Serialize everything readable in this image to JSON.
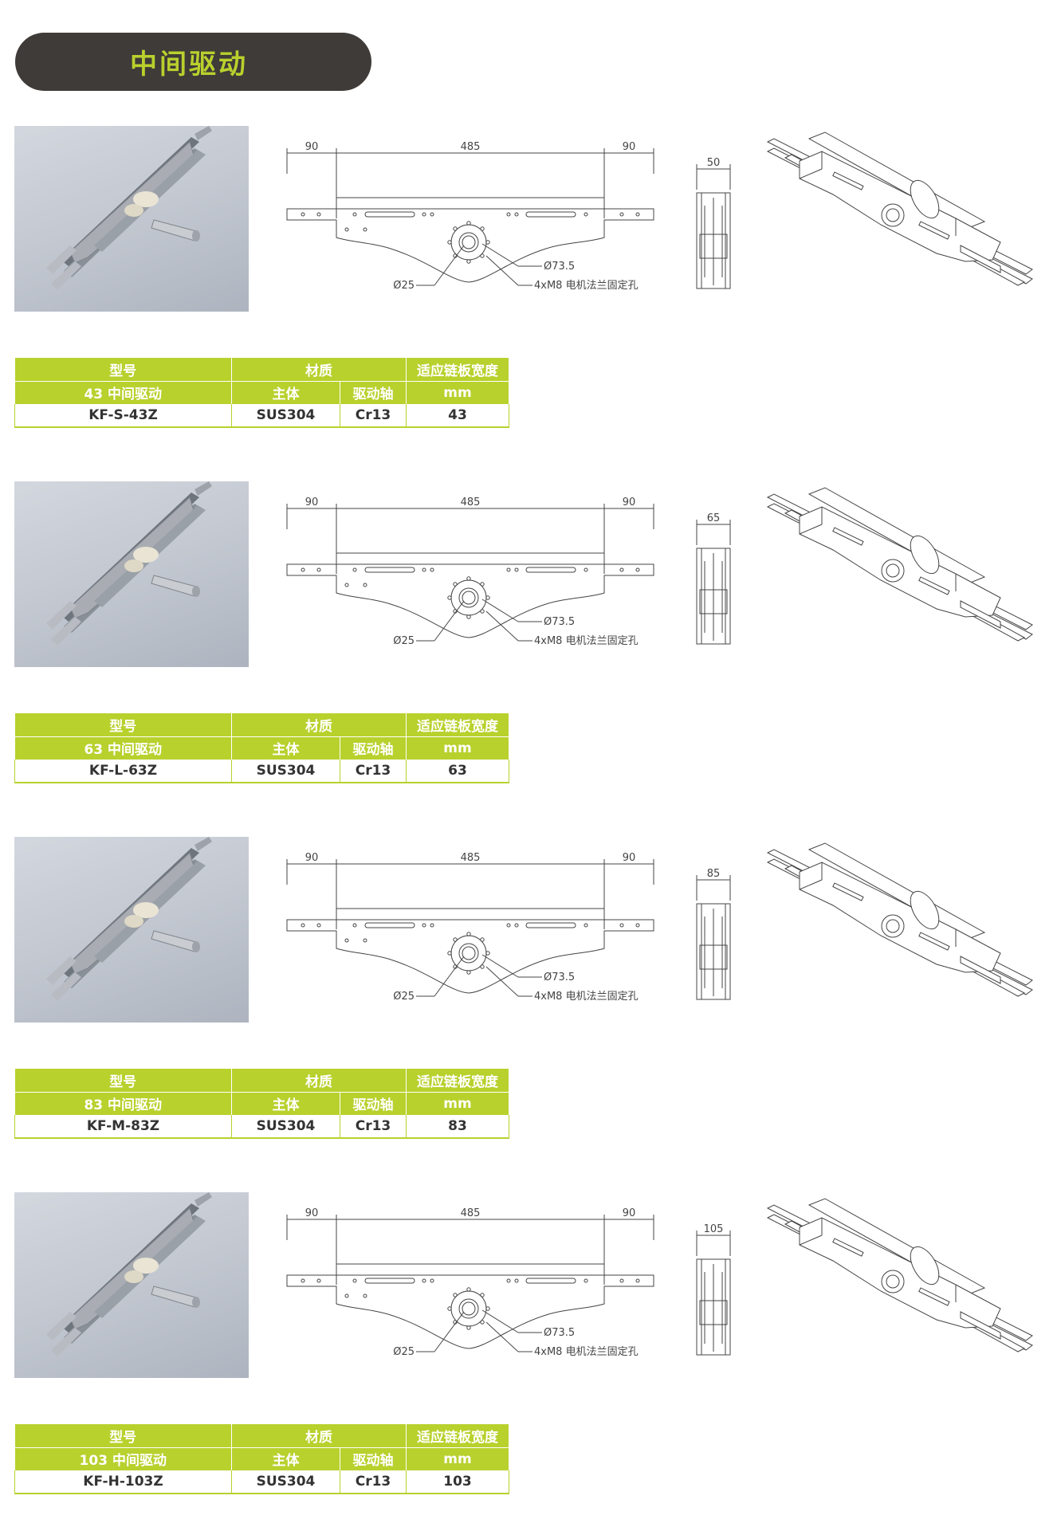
{
  "title": "中间驱动",
  "sections": [
    {
      "dims": {
        "left": "90",
        "middle": "485",
        "right": "90",
        "width": "50",
        "flange": "Ø73.5",
        "shaft": "Ø25",
        "holes": "4xM8 电机法兰固定孔"
      },
      "table": {
        "col_model": "型号",
        "col_material": "材质",
        "col_width": "适应链板宽度",
        "model_name": "43 中间驱动",
        "sub_body": "主体",
        "sub_shaft": "驱动轴",
        "sub_unit": "mm",
        "code": "KF-S-43Z",
        "body": "SUS304",
        "shaft": "Cr13",
        "width": "43"
      }
    },
    {
      "dims": {
        "left": "90",
        "middle": "485",
        "right": "90",
        "width": "65",
        "flange": "Ø73.5",
        "shaft": "Ø25",
        "holes": "4xM8 电机法兰固定孔"
      },
      "table": {
        "col_model": "型号",
        "col_material": "材质",
        "col_width": "适应链板宽度",
        "model_name": "63 中间驱动",
        "sub_body": "主体",
        "sub_shaft": "驱动轴",
        "sub_unit": "mm",
        "code": "KF-L-63Z",
        "body": "SUS304",
        "shaft": "Cr13",
        "width": "63"
      }
    },
    {
      "dims": {
        "left": "90",
        "middle": "485",
        "right": "90",
        "width": "85",
        "flange": "Ø73.5",
        "shaft": "Ø25",
        "holes": "4xM8 电机法兰固定孔"
      },
      "table": {
        "col_model": "型号",
        "col_material": "材质",
        "col_width": "适应链板宽度",
        "model_name": "83 中间驱动",
        "sub_body": "主体",
        "sub_shaft": "驱动轴",
        "sub_unit": "mm",
        "code": "KF-M-83Z",
        "body": "SUS304",
        "shaft": "Cr13",
        "width": "83"
      }
    },
    {
      "dims": {
        "left": "90",
        "middle": "485",
        "right": "90",
        "width": "105",
        "flange": "Ø73.5",
        "shaft": "Ø25",
        "holes": "4xM8 电机法兰固定孔"
      },
      "table": {
        "col_model": "型号",
        "col_material": "材质",
        "col_width": "适应链板宽度",
        "model_name": "103 中间驱动",
        "sub_body": "主体",
        "sub_shaft": "驱动轴",
        "sub_unit": "mm",
        "code": "KF-H-103Z",
        "body": "SUS304",
        "shaft": "Cr13",
        "width": "103"
      }
    }
  ]
}
